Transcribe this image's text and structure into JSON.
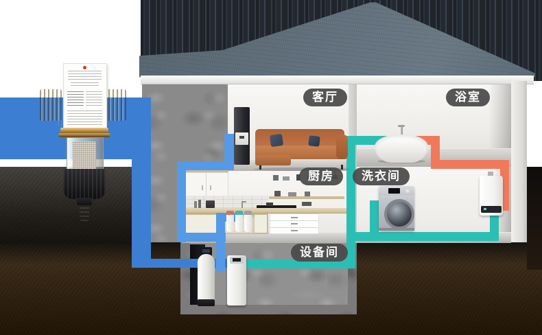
{
  "room_labels": {
    "living_room": "客厅",
    "bathroom": "浴室",
    "kitchen": "厨房",
    "laundry": "洗衣间",
    "equipment": "设备间"
  },
  "colors": {
    "main_line_blue": "#3c7fd2",
    "branch_blue": "#549ae6",
    "soft_water_teal": "#2abfb4",
    "hot_water_orange": "#f0795a",
    "label_pill_bg": "#4a4a4a",
    "label_text": "#ffffff",
    "roof_slate": "#5f6e7a",
    "backdrop_dark": "#262b31",
    "brass": "#c89a4d",
    "soil_brown": "#33220f"
  },
  "objects": {
    "prefilter": "brass-sediment-prefilter",
    "water_dispenser": "water-dispenser",
    "sofa": "leather-sofa",
    "bathtub": "bathtub",
    "washing_machine": "washing-machine",
    "water_heater": "wall-water-heater",
    "under_sink_purifier": "under-sink-purifier",
    "softener_tank": "water-softener-tank",
    "softener_cabinet": "water-softener-cabinet",
    "kitchen_cabinets": "kitchen-cabinets"
  }
}
